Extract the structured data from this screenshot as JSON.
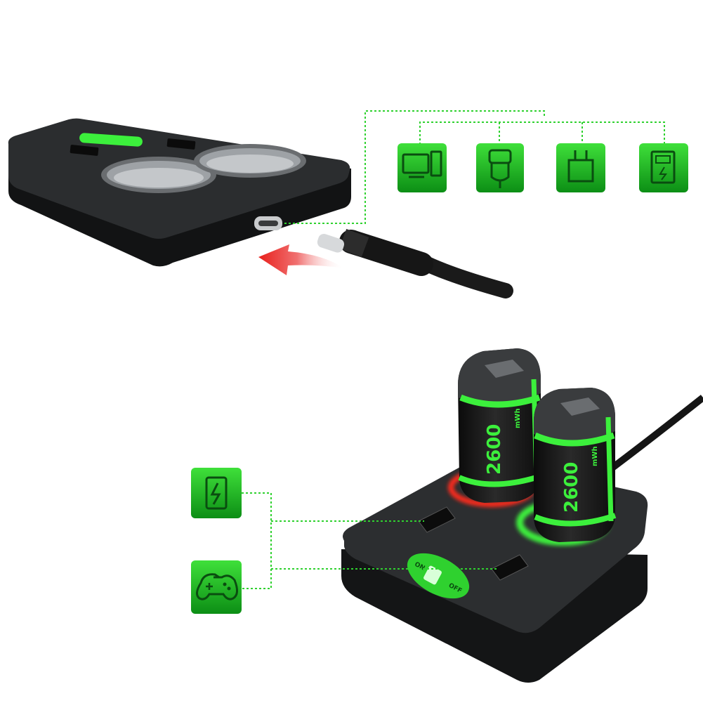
{
  "colors": {
    "background": "#ffffff",
    "device_body": "#1c1e1f",
    "device_top": "#2a2c2e",
    "accent_green": "#2fd12f",
    "icon_tile": "#12a81a",
    "glow_red": "#ff2a1a",
    "arrow_red": "#e8201c",
    "cable": "#1a1a1a"
  },
  "icons": {
    "top_row": [
      "computer-icon",
      "car-charger-icon",
      "wall-adapter-icon",
      "charging-station-icon"
    ],
    "left_column": [
      "battery-charging-icon",
      "gamepad-icon"
    ]
  },
  "batteries": {
    "capacity_label": "2600",
    "unit_label": "mWh"
  },
  "power_switch": {
    "on_label": "ON",
    "off_label": "OFF"
  }
}
